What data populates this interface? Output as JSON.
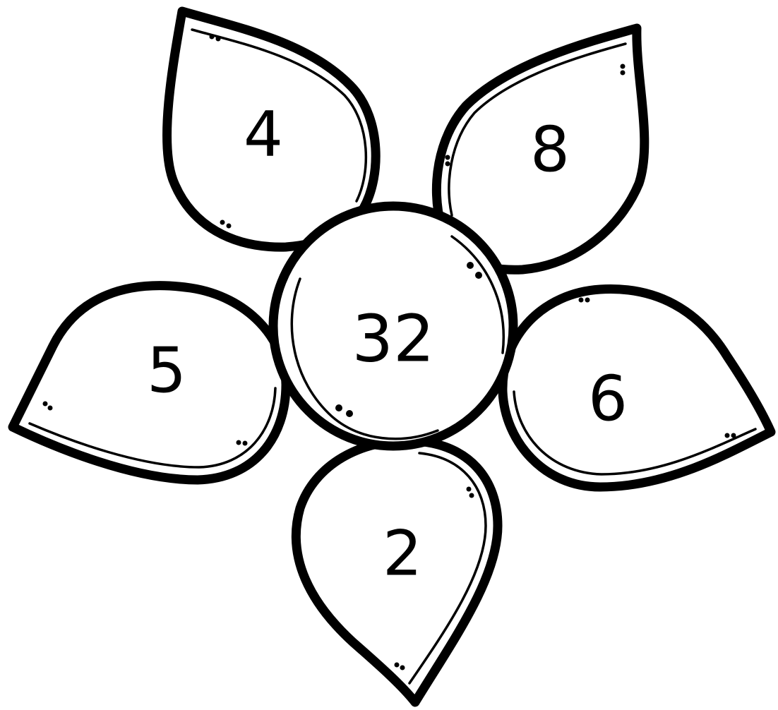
{
  "flower": {
    "center_value": "32",
    "petals": {
      "top_left": "4",
      "top_right": "8",
      "left": "5",
      "right": "6",
      "bottom": "2"
    }
  },
  "colors": {
    "line": "#000000",
    "fill": "#ffffff"
  }
}
